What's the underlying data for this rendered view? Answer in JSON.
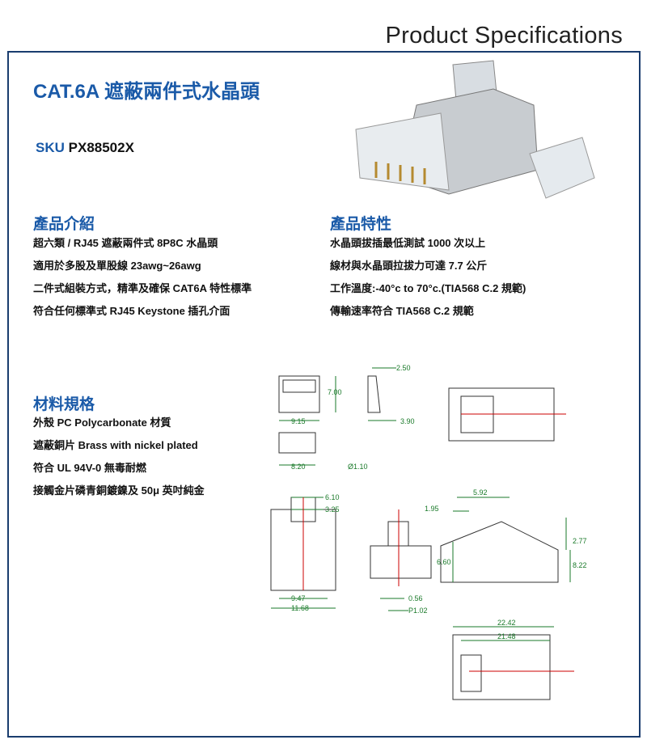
{
  "header": {
    "title": "Product Specifications"
  },
  "product": {
    "name": "CAT.6A 遮蔽兩件式水晶頭",
    "sku_label": "SKU",
    "sku": "PX88502X"
  },
  "intro": {
    "heading": "產品介紹",
    "items": [
      "超六類 /  RJ45 遮蔽兩件式 8P8C 水晶頭",
      "適用於多股及單股線 23awg~26awg",
      "二件式組裝方式，精準及確保 CAT6A 特性標準",
      "符合任何標準式 RJ45 Keystone 插孔介面"
    ]
  },
  "features": {
    "heading": "產品特性",
    "items": [
      "水晶頭拔插最低測試 1000 次以上",
      "線材與水晶頭拉拔力可達 7.7 公斤",
      "工作溫度:-40°c to 70°c.(TIA568 C.2 規範)",
      "傳輸速率符合 TIA568 C.2 規範"
    ]
  },
  "materials": {
    "heading": "材料規格",
    "items": [
      "外殼 PC Polycarbonate 材質",
      "遮蔽銅片 Brass with nickel plated",
      "符合 UL 94V-0 無毒耐燃",
      "接觸金片磷青銅鍍鎳及 50μ 英吋純金"
    ]
  },
  "dimensions": {
    "d1": "2.50",
    "d2": "7.00",
    "d3": "9.15",
    "d4": "3.90",
    "d5": "8.20",
    "d6": "Ø1.10",
    "d7": "6.10",
    "d8": "3.25",
    "d9": "9.47",
    "d10": "11.68",
    "d11": "0.56",
    "d12": "P1.02",
    "d13": "5.92",
    "d14": "1.95",
    "d15": "2.77",
    "d16": "6.60",
    "d17": "8.22",
    "d18": "22.42",
    "d19": "21.48"
  }
}
